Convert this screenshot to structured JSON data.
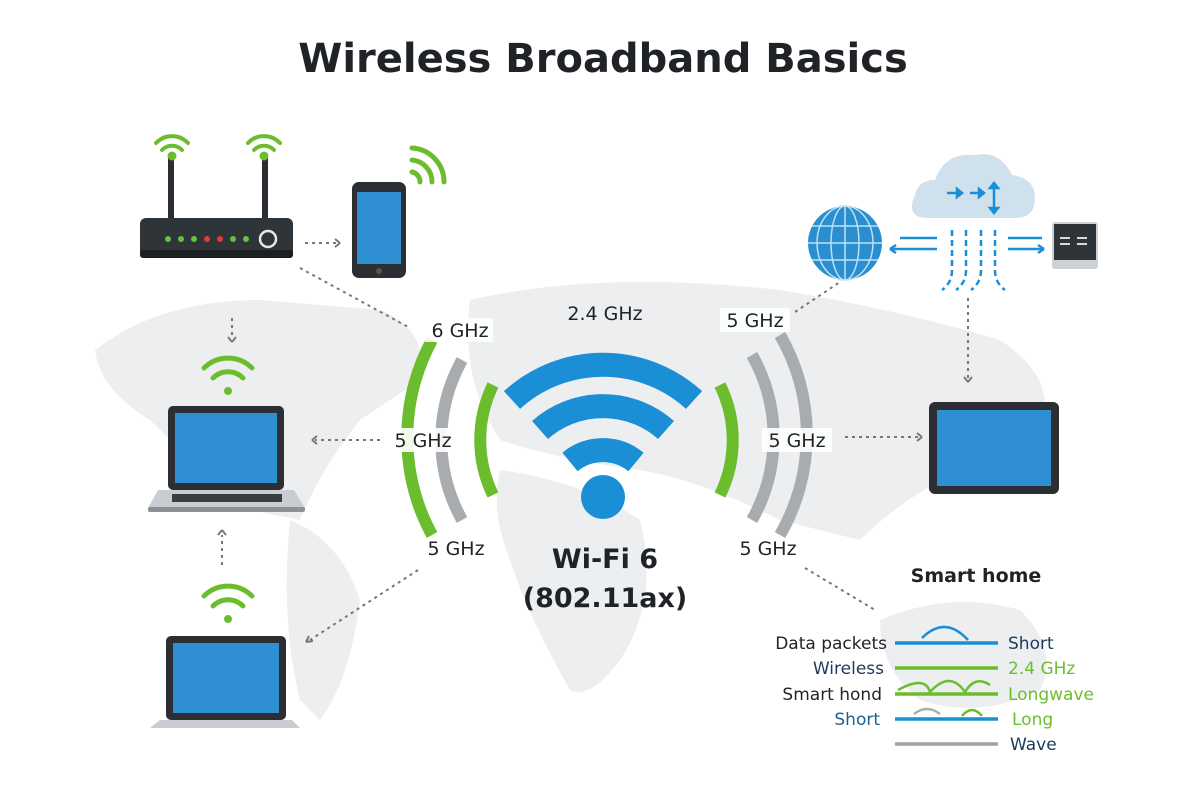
{
  "title": "Wireless Broadband Basics",
  "center": {
    "name": "Wi-Fi 6",
    "standard": "(802.11ax)"
  },
  "bands": {
    "top_left": "6 GHz",
    "top_center": "2.4 GHz",
    "top_right": "5 GHz",
    "mid_left": "5 GHz",
    "mid_right": "5 GHz",
    "bottom_left": "5 GHz",
    "bottom_right": "5 GHz"
  },
  "legend": {
    "title": "Smart home",
    "rows": [
      {
        "left": "Data packets",
        "right": "Short",
        "line_color": "#1a8fd6"
      },
      {
        "left": "Wireless",
        "right": "2.4 GHz",
        "line_color": "#6cbd2e"
      },
      {
        "left": "Smart hond",
        "right": "Longwave",
        "line_color": "#6cbd2e"
      },
      {
        "left": "Short",
        "right": "Long",
        "line_color": "#1a8fd6"
      },
      {
        "left": "",
        "right": "Wave",
        "line_color": "#a0a3a6"
      }
    ]
  },
  "colors": {
    "blue": "#1a8fd6",
    "green": "#6cbd2e",
    "gray": "#a9acaf",
    "dark": "#1f2328"
  }
}
